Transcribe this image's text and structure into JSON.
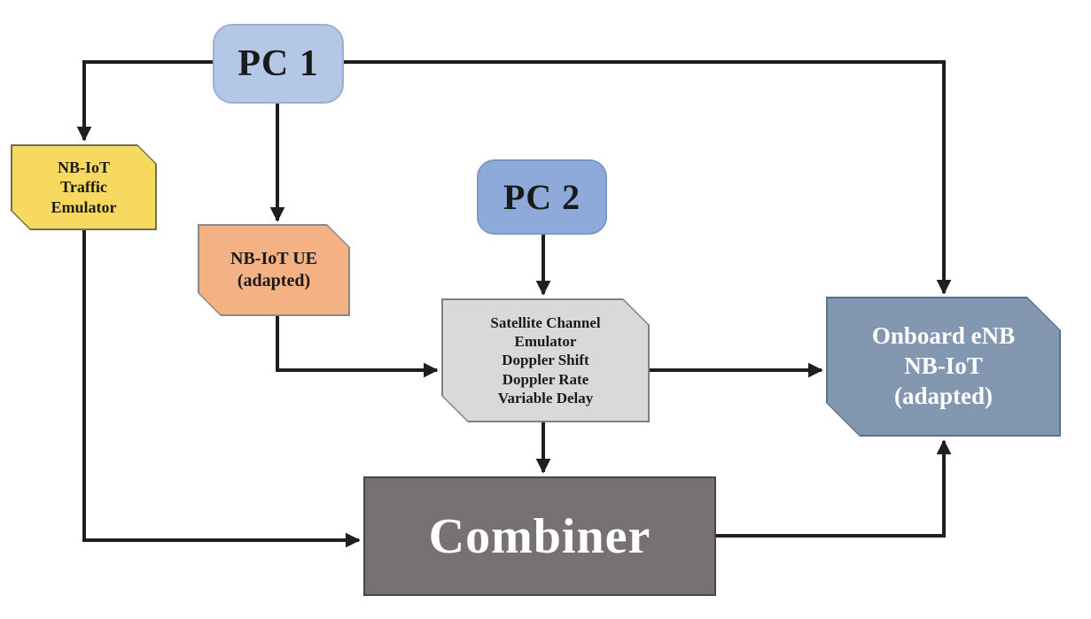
{
  "diagram": {
    "type": "block-diagram",
    "background": "#ffffff",
    "nodes": {
      "pc1": {
        "label": "PC 1",
        "shape": "rounded-rect",
        "fill": "#b4c7e7",
        "text_color": "#1a1a1a"
      },
      "pc2": {
        "label": "PC 2",
        "shape": "rounded-rect",
        "fill": "#8eaadb",
        "text_color": "#1a1a1a"
      },
      "traffic_emulator": {
        "label": "NB-IoT\nTraffic\nEmulator",
        "shape": "snipped-card",
        "fill": "#f7d95f",
        "text_color": "#1a1a1a"
      },
      "ue": {
        "label": "NB-IoT UE\n(adapted)",
        "shape": "snipped-card",
        "fill": "#f4b183",
        "text_color": "#1a1a1a"
      },
      "satellite_emulator": {
        "label": "Satellite Channel\nEmulator\nDoppler Shift\nDoppler Rate\nVariable Delay",
        "shape": "snipped-card",
        "fill": "#d9d9d9",
        "text_color": "#1a1a1a"
      },
      "enb": {
        "label": "Onboard eNB\nNB-IoT\n(adapted)",
        "shape": "snipped-card",
        "fill": "#8497b0",
        "text_color": "#ffffff"
      },
      "combiner": {
        "label": "Combiner",
        "shape": "rect",
        "fill": "#787171",
        "text_color": "#ffffff"
      }
    },
    "connections": [
      {
        "from": "pc1",
        "to": "traffic_emulator",
        "style": "elbow-left-down"
      },
      {
        "from": "pc1",
        "to": "ue",
        "style": "straight-down"
      },
      {
        "from": "pc1",
        "to": "enb",
        "style": "elbow-right-down"
      },
      {
        "from": "pc2",
        "to": "satellite_emulator",
        "style": "straight-down"
      },
      {
        "from": "traffic_emulator",
        "to": "combiner",
        "style": "elbow-down-right"
      },
      {
        "from": "ue",
        "to": "satellite_emulator",
        "style": "elbow-down-right"
      },
      {
        "from": "satellite_emulator",
        "to": "combiner",
        "style": "straight-down"
      },
      {
        "from": "satellite_emulator",
        "to": "enb",
        "style": "straight-right"
      },
      {
        "from": "combiner",
        "to": "enb",
        "style": "elbow-right-up"
      }
    ],
    "arrow_color": "#1f1f1f"
  }
}
